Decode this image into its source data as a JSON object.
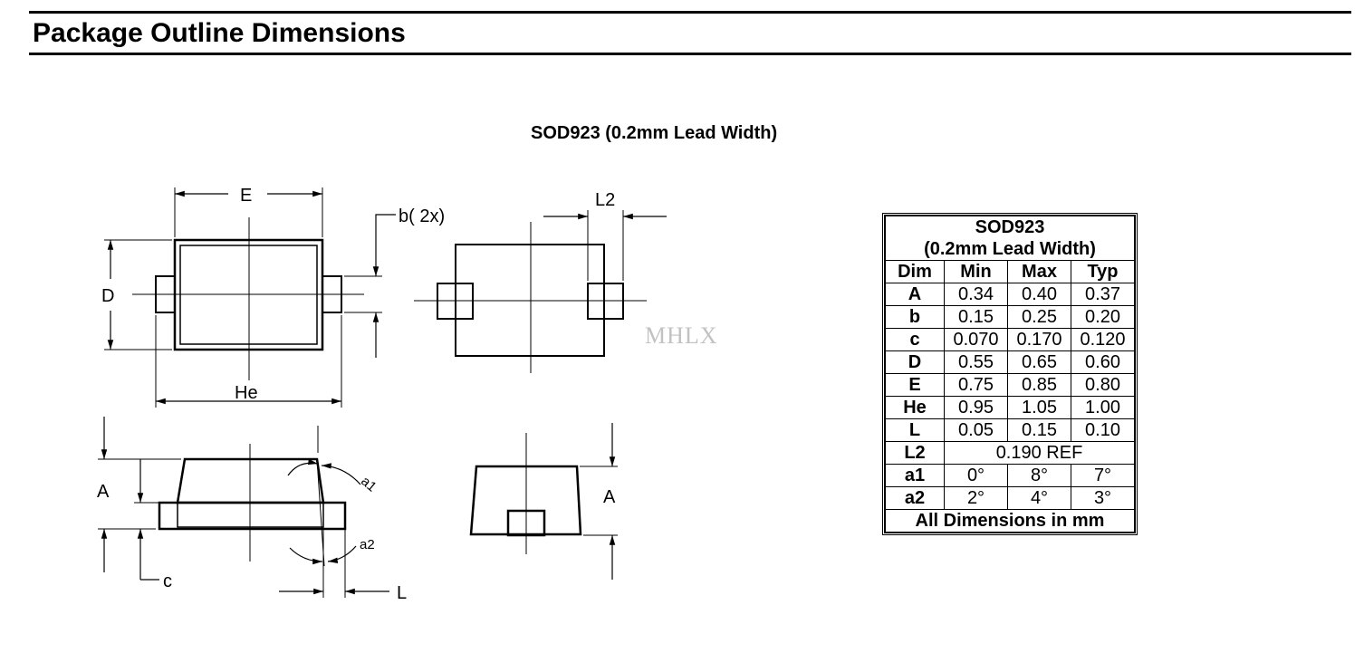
{
  "heading": "Package Outline Dimensions",
  "subtitle": "SOD923 (0.2mm Lead Width)",
  "watermark": "MHLX",
  "drawing_labels": {
    "E": "E",
    "b2x": "b(  2x)",
    "L2": "L2",
    "D": "D",
    "He": "He",
    "A_left": "A",
    "A_right": "A",
    "a1": "a1",
    "a2": "a2",
    "c": "c",
    "L": "L"
  },
  "table": {
    "title_line1": "SOD923",
    "title_line2": "(0.2mm Lead Width)",
    "headers": [
      "Dim",
      "Min",
      "Max",
      "Typ"
    ],
    "rows": [
      {
        "dim": "A",
        "min": "0.34",
        "max": "0.40",
        "typ": "0.37"
      },
      {
        "dim": "b",
        "min": "0.15",
        "max": "0.25",
        "typ": "0.20"
      },
      {
        "dim": "c",
        "min": "0.070",
        "max": "0.170",
        "typ": "0.120"
      },
      {
        "dim": "D",
        "min": "0.55",
        "max": "0.65",
        "typ": "0.60"
      },
      {
        "dim": "E",
        "min": "0.75",
        "max": "0.85",
        "typ": "0.80"
      },
      {
        "dim": "He",
        "min": "0.95",
        "max": "1.05",
        "typ": "1.00"
      },
      {
        "dim": "L",
        "min": "0.05",
        "max": "0.15",
        "typ": "0.10"
      }
    ],
    "l2_row": {
      "dim": "L2",
      "value": "0.190 REF"
    },
    "angle_rows": [
      {
        "dim": "a1",
        "min": "0°",
        "max": "8°",
        "typ": "7°"
      },
      {
        "dim": "a2",
        "min": "2°",
        "max": "4°",
        "typ": "3°"
      }
    ],
    "footer": "All Dimensions in mm"
  }
}
